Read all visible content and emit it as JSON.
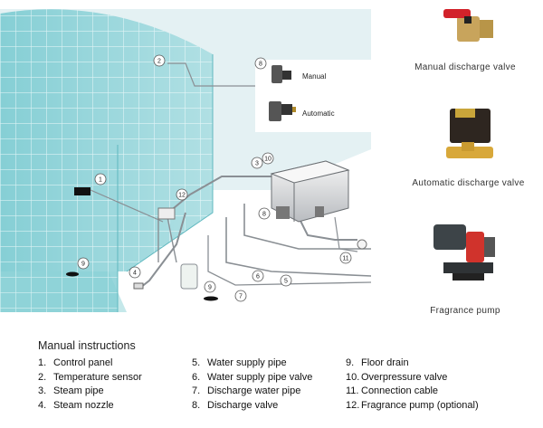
{
  "diagram": {
    "callouts": [
      "1",
      "2",
      "3",
      "4",
      "5",
      "6",
      "7",
      "8",
      "9",
      "9",
      "10",
      "11",
      "12"
    ],
    "inset": {
      "callout": "8",
      "manual_label": "Manual",
      "automatic_label": "Automatic"
    }
  },
  "products": [
    {
      "label": "Manual discharge valve",
      "icon": "manual-discharge-valve-icon"
    },
    {
      "label": "Automatic discharge valve",
      "icon": "automatic-discharge-valve-icon"
    },
    {
      "label": "Fragrance pump",
      "icon": "fragrance-pump-icon"
    }
  ],
  "instructions": {
    "title": "Manual instructions",
    "columns": [
      [
        {
          "num": "1.",
          "text": "Control panel"
        },
        {
          "num": "2.",
          "text": "Temperature sensor"
        },
        {
          "num": "3.",
          "text": "Steam pipe"
        },
        {
          "num": "4.",
          "text": "Steam nozzle"
        }
      ],
      [
        {
          "num": "5.",
          "text": "Water supply pipe"
        },
        {
          "num": "6.",
          "text": "Water supply pipe valve"
        },
        {
          "num": "7.",
          "text": "Discharge water pipe"
        },
        {
          "num": "8.",
          "text": "Discharge valve"
        }
      ],
      [
        {
          "num": "9.",
          "text": "Floor drain"
        },
        {
          "num": "10.",
          "text": "Overpressure valve"
        },
        {
          "num": "11.",
          "text": "Connection cable"
        },
        {
          "num": "12.",
          "text": "Fragrance pump (optional)"
        }
      ]
    ]
  },
  "colors": {
    "tile": "#8fd3d8",
    "grout": "#ffffff",
    "wall_bg": "#e3f1f3",
    "pipe": "#8a8f94"
  }
}
